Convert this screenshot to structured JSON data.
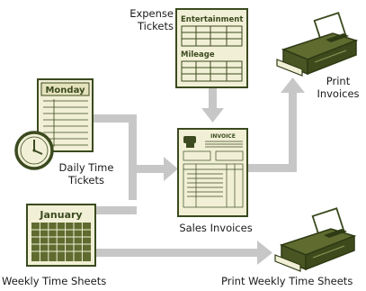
{
  "labels": {
    "expense_tickets_1": "Expense",
    "expense_tickets_2": "Tickets",
    "daily_time_tickets_1": "Daily Time",
    "daily_time_tickets_2": "Tickets",
    "sales_invoices": "Sales Invoices",
    "print_invoices_1": "Print",
    "print_invoices_2": "Invoices",
    "weekly_time_sheets": "Weekly Time Sheets",
    "print_weekly_time_sheets": "Print Weekly Time Sheets"
  },
  "forms": {
    "expense_heading_1": "Entertainment",
    "expense_heading_2": "Mileage",
    "monday": "Monday",
    "january": "January",
    "invoice_title": "INVOICE"
  },
  "colors": {
    "paper": "#f1f0d6",
    "ink": "#3b4a1f",
    "accent": "#5f6b2f",
    "arrow": "#c5c5c5"
  }
}
